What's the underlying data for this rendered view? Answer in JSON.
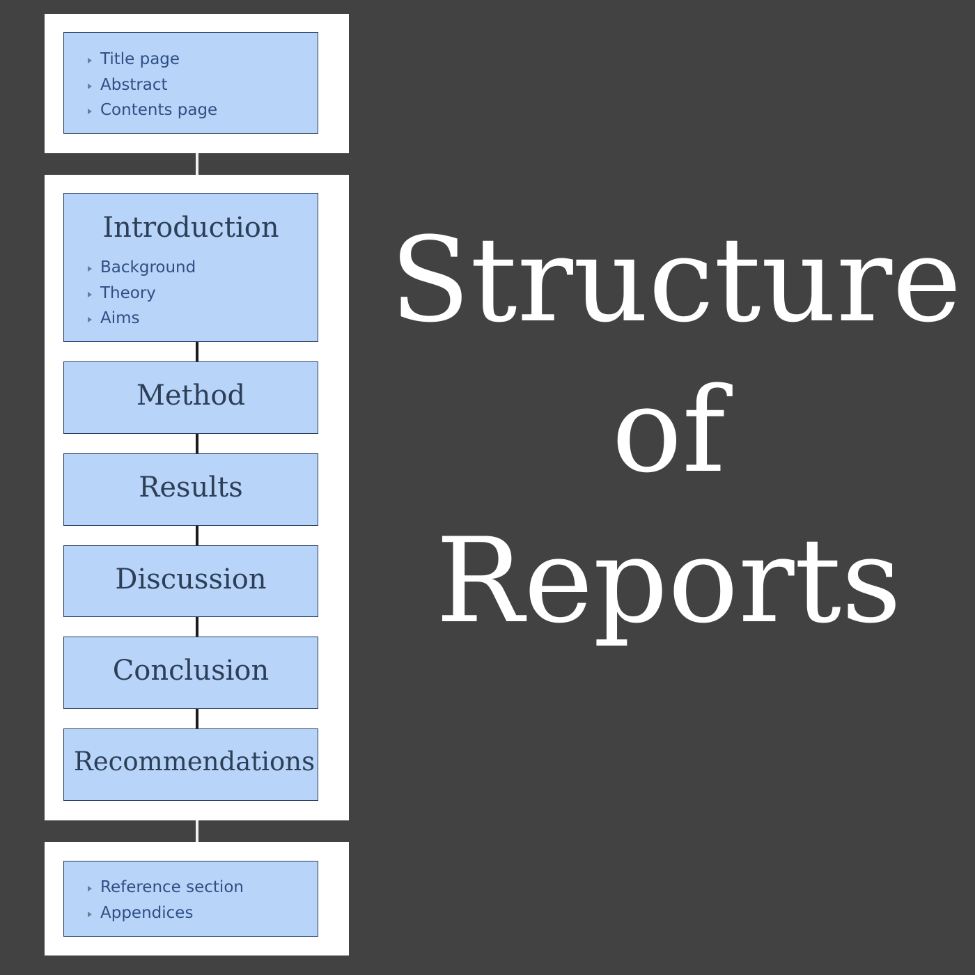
{
  "front_matter": {
    "items": [
      "Title page",
      "Abstract",
      "Contents page"
    ]
  },
  "sections": {
    "introduction": {
      "title": "Introduction",
      "items": [
        "Background",
        "Theory",
        "Aims"
      ]
    },
    "method": "Method",
    "results": "Results",
    "discussion": "Discussion",
    "conclusion": "Conclusion",
    "recommendations": "Recommendations"
  },
  "back_matter": {
    "items": [
      "Reference section",
      "Appendices"
    ]
  },
  "title": {
    "line1": "Structure",
    "line2": "of",
    "line3": "Reports"
  },
  "colors": {
    "background": "#424242",
    "box_fill": "#b9d4f9",
    "panel": "#ffffff"
  }
}
